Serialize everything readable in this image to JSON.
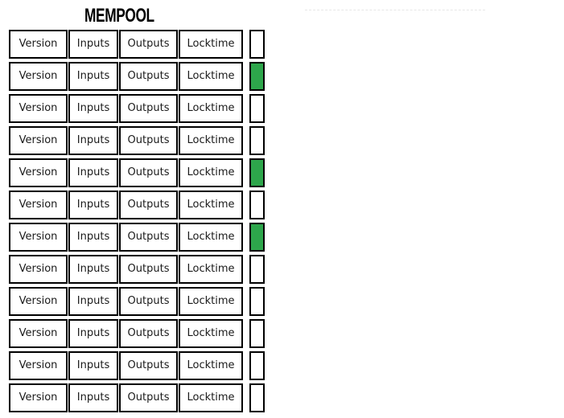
{
  "title": {
    "text": "MEMPOOL"
  },
  "colors": {
    "row_border": "#000000",
    "label_text": "#1a1a1a",
    "indicator_green": "#2da64b",
    "indicator_white": "#ffffff",
    "dashed_line": "#e7e7e7"
  },
  "table": {
    "field_labels": [
      "Version",
      "Inputs",
      "Outputs",
      "Locktime"
    ],
    "transactions": [
      {
        "indicator": "white"
      },
      {
        "indicator": "green"
      },
      {
        "indicator": "white"
      },
      {
        "indicator": "white"
      },
      {
        "indicator": "green"
      },
      {
        "indicator": "white"
      },
      {
        "indicator": "green"
      },
      {
        "indicator": "white"
      },
      {
        "indicator": "white"
      },
      {
        "indicator": "white"
      },
      {
        "indicator": "white"
      },
      {
        "indicator": "white"
      }
    ]
  }
}
